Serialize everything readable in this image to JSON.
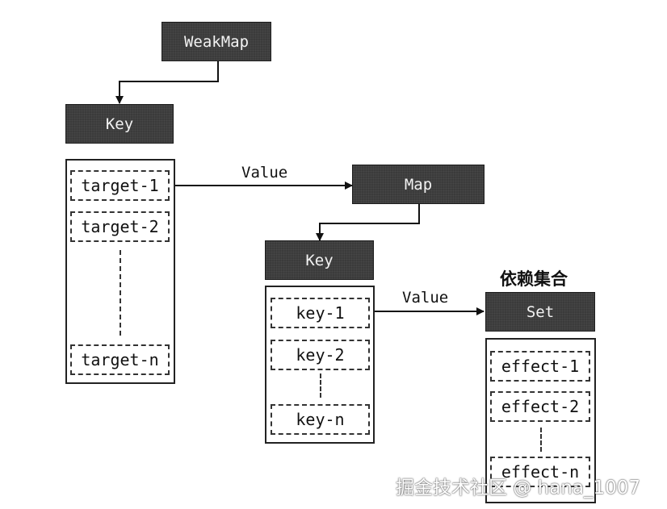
{
  "weakmap": {
    "title": "WeakMap"
  },
  "target_map": {
    "key_header": "Key",
    "items": [
      "target-1",
      "target-2",
      "target-n"
    ],
    "value_label": "Value"
  },
  "inner_map": {
    "title": "Map",
    "key_header": "Key",
    "items": [
      "key-1",
      "key-2",
      "key-n"
    ],
    "value_label": "Value"
  },
  "dep_set": {
    "caption": "依赖集合",
    "title": "Set",
    "items": [
      "effect-1",
      "effect-2",
      "effect-n"
    ]
  },
  "watermark": "掘金技术社区 @ hana_1007"
}
